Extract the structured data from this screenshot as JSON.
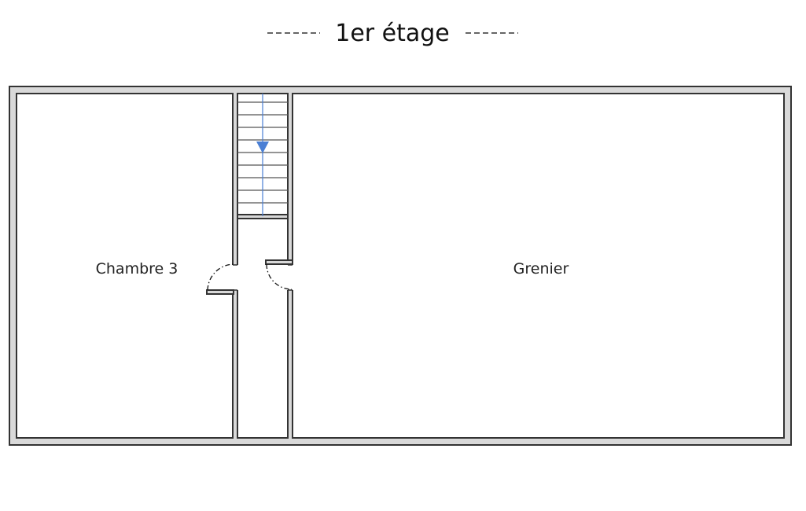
{
  "title": "1er étage",
  "rooms": {
    "chambre": "Chambre 3",
    "grenier": "Grenier"
  },
  "colors": {
    "wall_fill": "#d9d9d9",
    "wall_stroke": "#333333",
    "stair_arrow": "#4a7fd4",
    "background": "#ffffff"
  },
  "icons": {
    "stair_direction": "arrow-down-icon"
  }
}
